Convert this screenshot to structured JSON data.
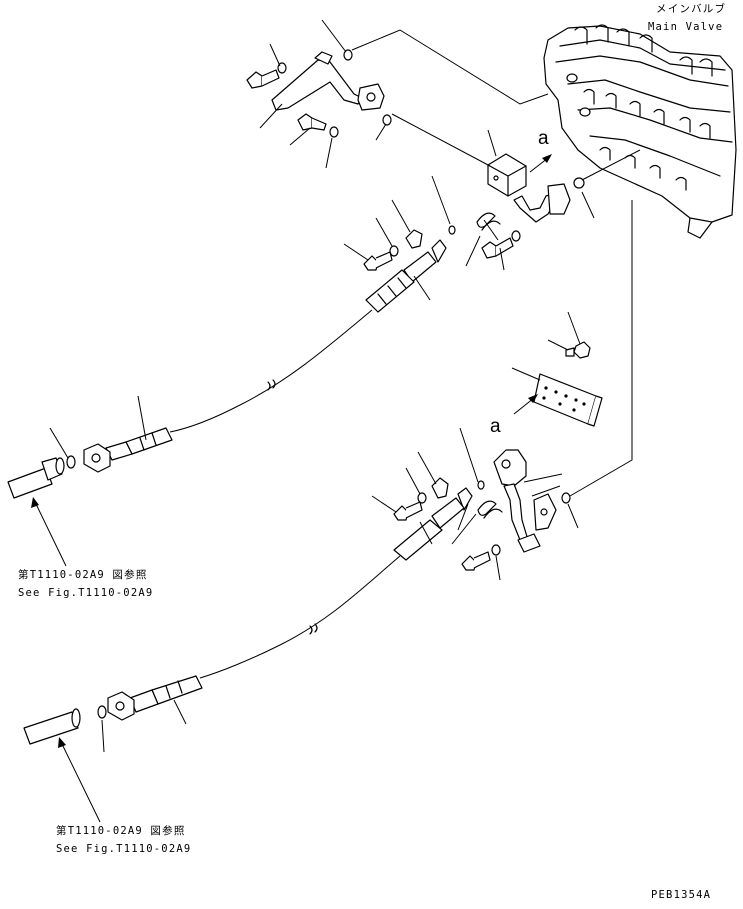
{
  "main_valve": {
    "label_jp": "メインバルブ",
    "label_en": "Main Valve"
  },
  "view_markers": {
    "upper": "a",
    "lower": "a"
  },
  "references": [
    {
      "jp": "第T1110-02A9 図参照",
      "en": "See Fig.T1110-02A9"
    },
    {
      "jp": "第T1110-02A9 図参照",
      "en": "See Fig.T1110-02A9"
    }
  ],
  "drawing_code": "PEB1354A"
}
